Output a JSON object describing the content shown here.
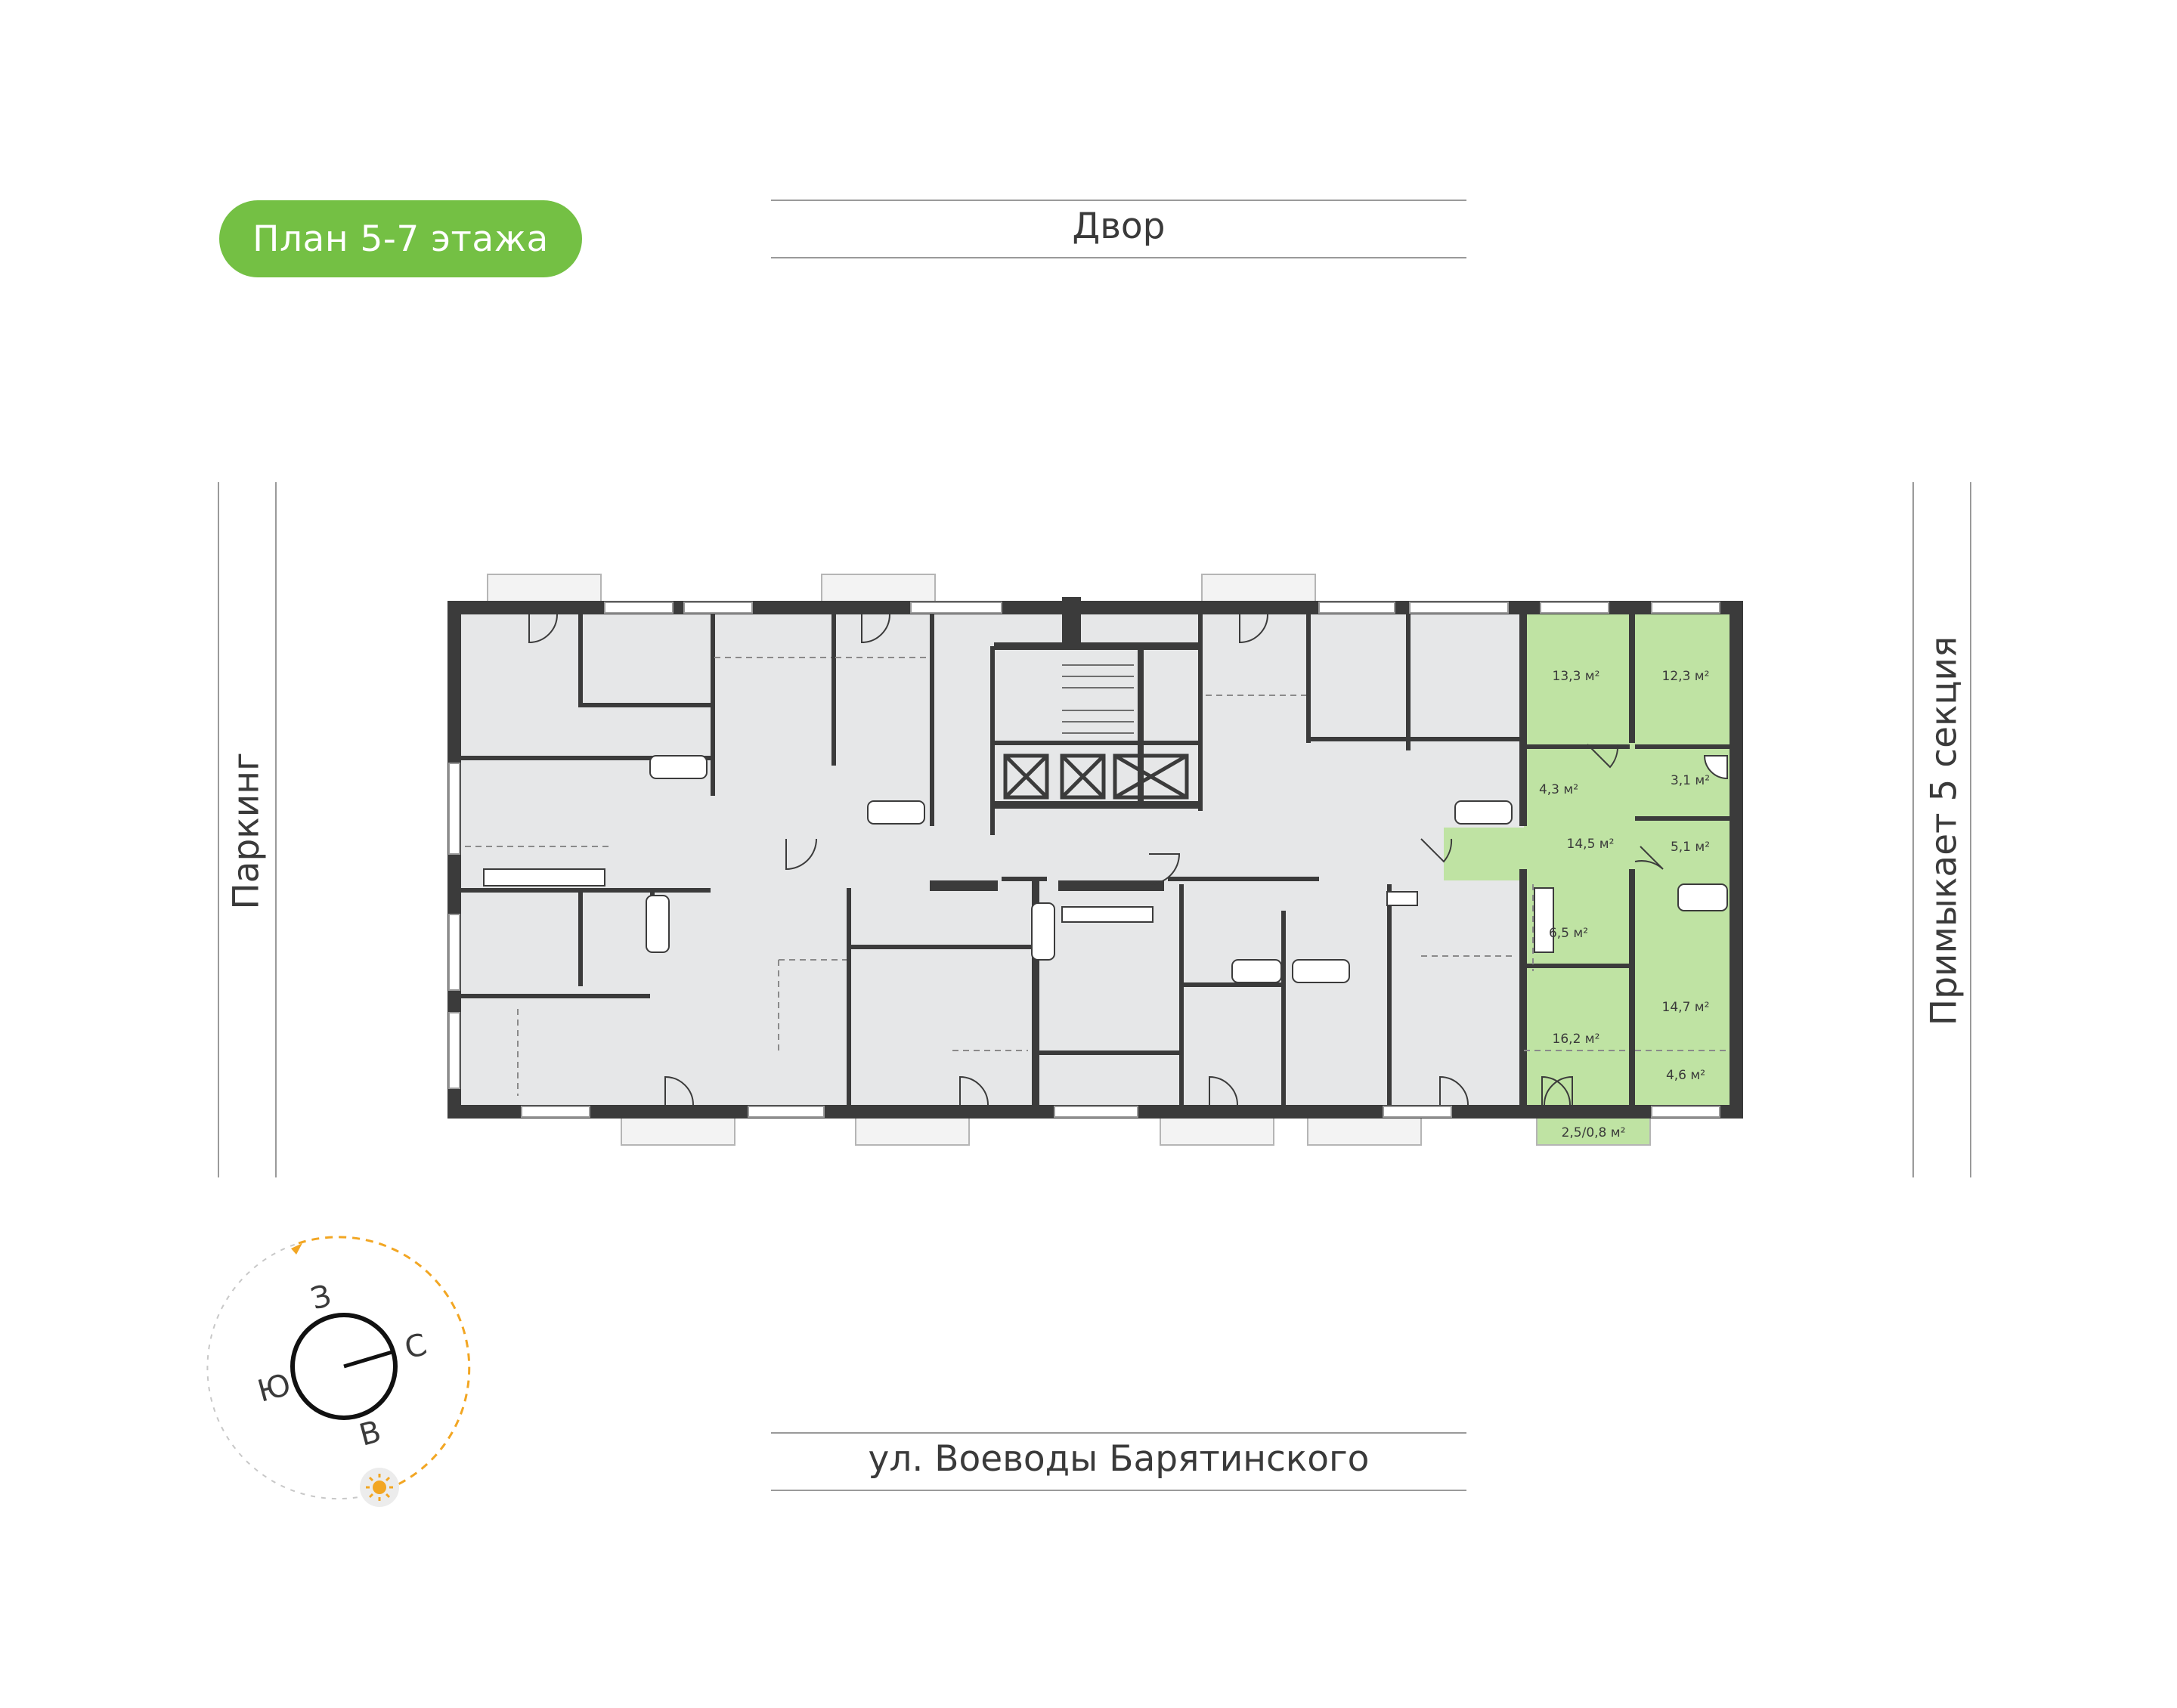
{
  "plan": {
    "title": "План 5-7 этажа"
  },
  "surroundings": {
    "top": "Двор",
    "bottom": "ул. Воеводы Барятинского",
    "left": "Паркинг",
    "right": "Примыкает 5 секция"
  },
  "apartment": {
    "highlight_color": "#bfe3a3",
    "rooms": [
      {
        "id": "room-1",
        "area": "13,3 м²"
      },
      {
        "id": "room-2",
        "area": "12,3 м²"
      },
      {
        "id": "hall-small",
        "area": "4,3 м²"
      },
      {
        "id": "bath-1",
        "area": "3,1 м²"
      },
      {
        "id": "corridor",
        "area": "14,5 м²"
      },
      {
        "id": "bath-2",
        "area": "5,1 м²"
      },
      {
        "id": "kitchen",
        "area": "6,5 м²"
      },
      {
        "id": "room-3",
        "area": "16,2 м²"
      },
      {
        "id": "room-4",
        "area": "14,7 м²"
      },
      {
        "id": "loggia",
        "area": "4,6 м²"
      },
      {
        "id": "balcony",
        "area": "2,5/0,8 м²"
      }
    ]
  },
  "compass": {
    "n": "С",
    "s": "Ю",
    "w": "З",
    "e": "В",
    "sun_color": "#f2a623"
  },
  "colors": {
    "accent": "#74c044",
    "wall": "#3b3b3b",
    "room": "#e6e7e8"
  }
}
